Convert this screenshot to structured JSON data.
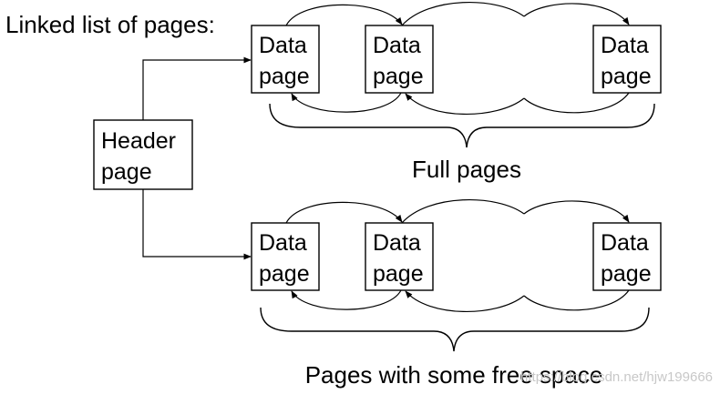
{
  "title": "Linked list of pages:",
  "header_page": {
    "line1": "Header",
    "line2": "page"
  },
  "full_section": {
    "label": "Full pages",
    "pages": [
      {
        "line1": "Data",
        "line2": "page"
      },
      {
        "line1": "Data",
        "line2": "page"
      },
      {
        "line1": "Data",
        "line2": "page"
      }
    ]
  },
  "free_section": {
    "label": "Pages with some free space",
    "pages": [
      {
        "line1": "Data",
        "line2": "page"
      },
      {
        "line1": "Data",
        "line2": "page"
      },
      {
        "line1": "Data",
        "line2": "page"
      }
    ]
  },
  "watermark": "https://blog.csdn.net/hjw199666"
}
